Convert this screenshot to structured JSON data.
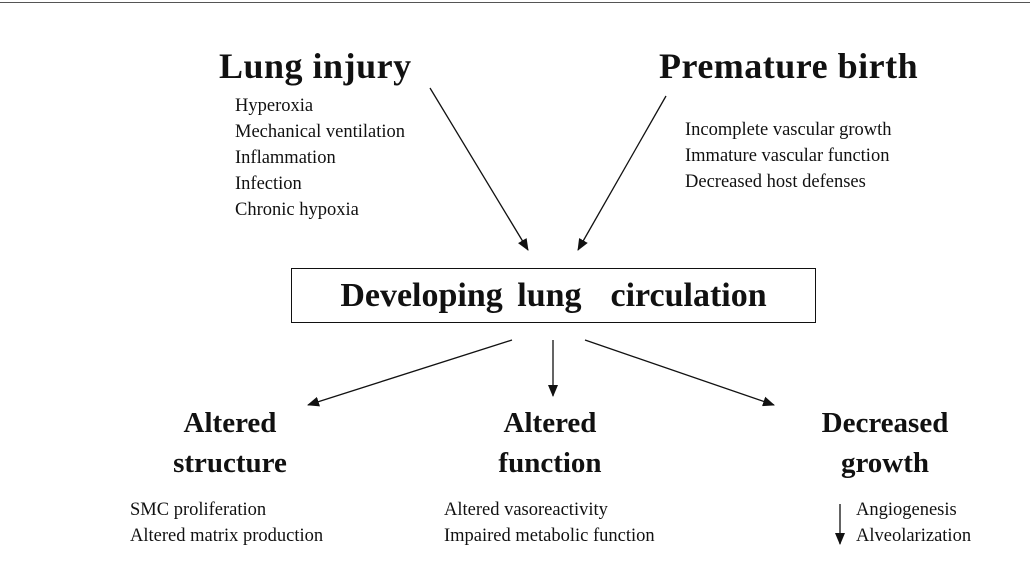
{
  "lung_injury": {
    "title": "Lung injury",
    "items": [
      "Hyperoxia",
      "Mechanical ventilation",
      "Inflammation",
      "Infection",
      "Chronic hypoxia"
    ]
  },
  "premature_birth": {
    "title": "Premature birth",
    "items": [
      "Incomplete vascular growth",
      "Immature vascular function",
      "Decreased host defenses"
    ]
  },
  "center": {
    "title": "Developing lung  circulation"
  },
  "altered_structure": {
    "title_line1": "Altered",
    "title_line2": "structure",
    "items": [
      "SMC proliferation",
      "Altered matrix production"
    ]
  },
  "altered_function": {
    "title_line1": "Altered",
    "title_line2": "function",
    "items": [
      "Altered vasoreactivity",
      "Impaired metabolic function"
    ]
  },
  "decreased_growth": {
    "title_line1": "Decreased",
    "title_line2": "growth",
    "items": [
      "Angiogenesis",
      "Alveolarization"
    ]
  }
}
